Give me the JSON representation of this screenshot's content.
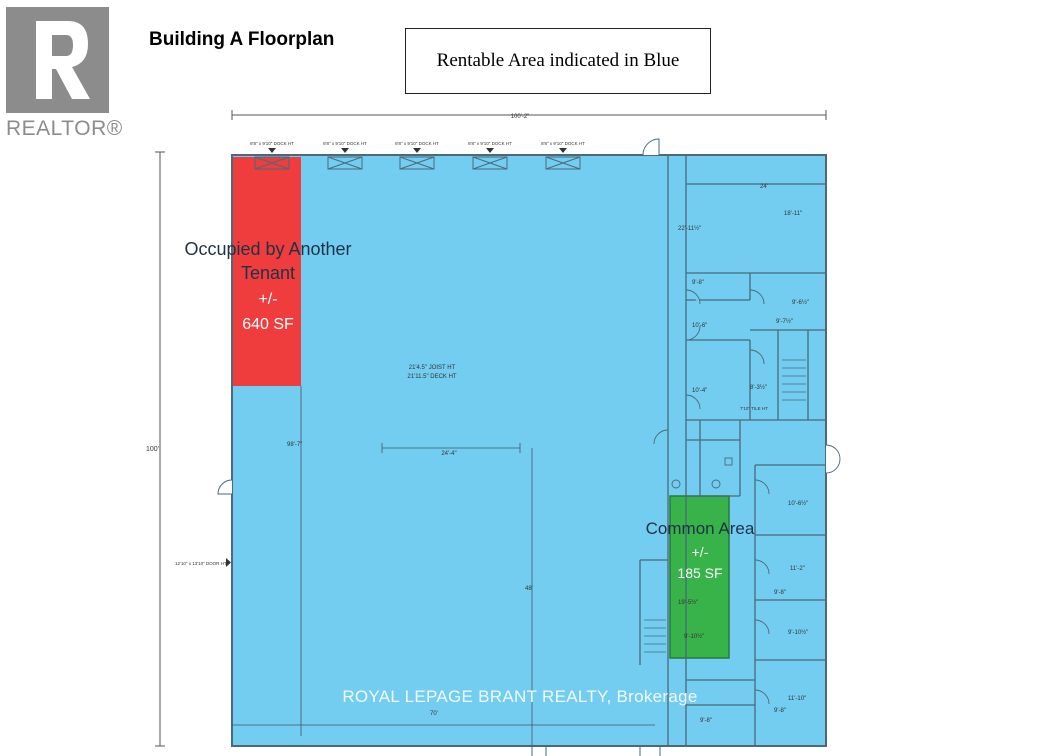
{
  "page": {
    "title": "Building A Floorplan",
    "legend_note": "Rentable Area indicated in Blue",
    "watermark": "ROYAL LEPAGE BRANT REALTY, Brokerage",
    "logo_text": "REALTOR®"
  },
  "colors": {
    "rentable": "#72cdf0",
    "occupied": "#ef3d3d",
    "common": "#37b34a",
    "wall": "#4a6a7a",
    "logo": "#8c8c8c"
  },
  "dimensions": {
    "overall_width": "100'-2\"",
    "overall_depth": "100'",
    "joist_height": "21'4.5\" JOIST HT",
    "deck_height": "21'11.5\" DECK HT",
    "dim_24_4": "24'-4\"",
    "dim_98_7": "98'-7\"",
    "dim_48": "48'",
    "dim_70": "70'",
    "dim_24": "24'",
    "dim_22_11": "22'-11½\"",
    "dim_18_11": "18'-11\"",
    "dim_9_8": "9'-8\"",
    "dim_9_6": "9'-6½\"",
    "dim_9_7": "9'-7½\"",
    "dim_10_6": "10'-6\"",
    "dim_10_4": "10'-4\"",
    "dim_8_3": "8'-3½\"",
    "dim_10_6b": "10'-6½\"",
    "dim_11_2": "11'-2\"",
    "dim_9_8b": "9'-8\"",
    "dim_9_10": "9'-10½\"",
    "dim_11_10": "11'-10\"",
    "dim_9_8c": "9'-8\"",
    "dim_9_8d": "9'-8\"",
    "dim_19_5": "19'-5½\"",
    "dim_9_10b": "9'-10½\"",
    "tile_ht": "7'10\" TILE HT",
    "dock_door": "8'8\" x 9'10\" DOCK HT",
    "side_door": "12'10\" x 13'10\" DOOR HT"
  },
  "areas": {
    "occupied": {
      "label_1": "Occupied by Another",
      "label_2": "Tenant",
      "plusminus": "+/-",
      "size": "640 SF"
    },
    "common": {
      "label": "Common Area",
      "plusminus": "+/-",
      "size": "185 SF"
    }
  }
}
